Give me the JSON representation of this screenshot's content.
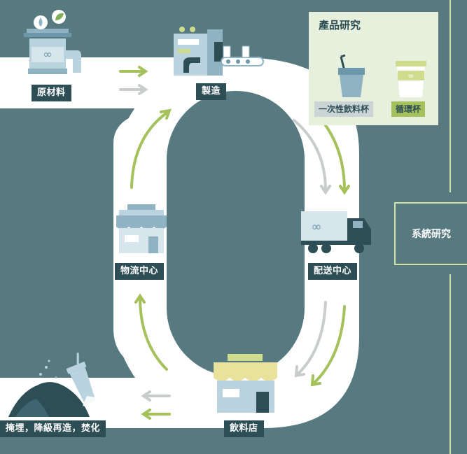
{
  "nodes": {
    "raw_material": "原材料",
    "manufacturing": "製造",
    "distribution_center": "配送中心",
    "logistics_center": "物流中心",
    "drink_shop": "飲料店",
    "disposal": "掩埋，降級再造，焚化"
  },
  "legend": {
    "title": "產品研究",
    "single_use_cup": "一次性飲料杯",
    "circular_cup": "循環杯"
  },
  "side_label": "系統研究",
  "colors": {
    "background": "#577a80",
    "road": "#ffffff",
    "dark_teal": "#2d4e55",
    "linear_flow_arrow": "#c9cccc",
    "circular_flow_arrow": "#a4c15b",
    "legend_background": "#e6f0dc"
  },
  "icons": [
    "factory-icon",
    "bin-icon",
    "truck-icon",
    "shop-icon",
    "waste-pile-icon",
    "cup-icon"
  ]
}
